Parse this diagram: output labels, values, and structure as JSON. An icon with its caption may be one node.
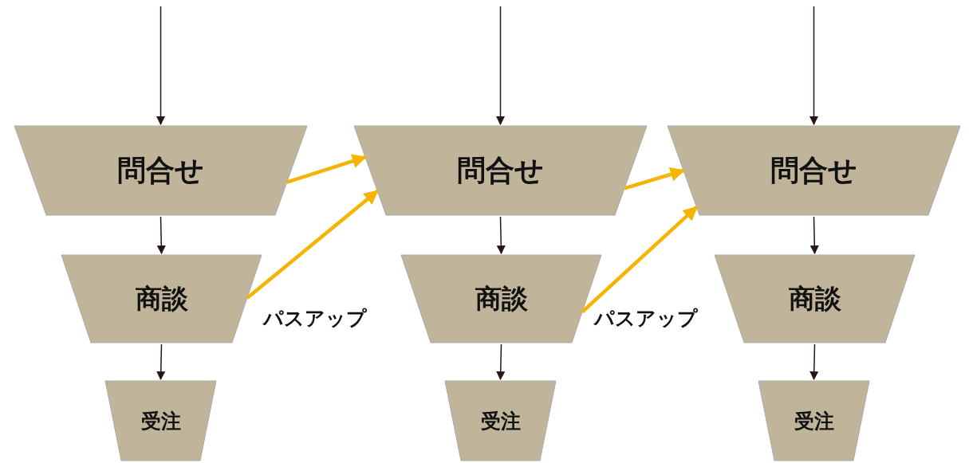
{
  "diagram": {
    "nodes": [
      {
        "text": [
          "問合せ"
        ]
      },
      {
        "text": [
          "商談"
        ]
      },
      {
        "text": [
          "受注"
        ]
      },
      {
        "text": [
          "問合せ"
        ]
      },
      {
        "text": [
          "商談"
        ]
      },
      {
        "text": [
          "受注"
        ]
      },
      {
        "text": [
          "問合せ"
        ]
      },
      {
        "text": [
          "商談"
        ]
      },
      {
        "text": [
          "受注"
        ]
      }
    ],
    "edges": [
      {
        "from": null,
        "to": 0,
        "arrow": "to"
      },
      {
        "from": 0,
        "to": 1,
        "arrow": "to"
      },
      {
        "from": 1,
        "to": 2,
        "arrow": "to"
      },
      {
        "from": null,
        "to": 3,
        "arrow": "to"
      },
      {
        "from": 3,
        "to": 4,
        "arrow": "to"
      },
      {
        "from": 4,
        "to": 5,
        "arrow": "to"
      },
      {
        "from": null,
        "to": 6,
        "arrow": "to"
      },
      {
        "from": 6,
        "to": 7,
        "arrow": "to"
      },
      {
        "from": 7,
        "to": 8,
        "arrow": "to"
      },
      {
        "from": 0,
        "to": 3,
        "arrow": "to",
        "style": "thick",
        "color": "#f5b400"
      },
      {
        "from": 1,
        "to": 3,
        "arrow": "to",
        "label": "パスアップ",
        "style": "thick",
        "color": "#f5b400"
      },
      {
        "from": 3,
        "to": 6,
        "arrow": "to",
        "style": "thick",
        "color": "#f5b400"
      },
      {
        "from": 4,
        "to": 6,
        "arrow": "to",
        "label": "パスアップ",
        "style": "thick",
        "color": "#f5b400"
      }
    ]
  }
}
